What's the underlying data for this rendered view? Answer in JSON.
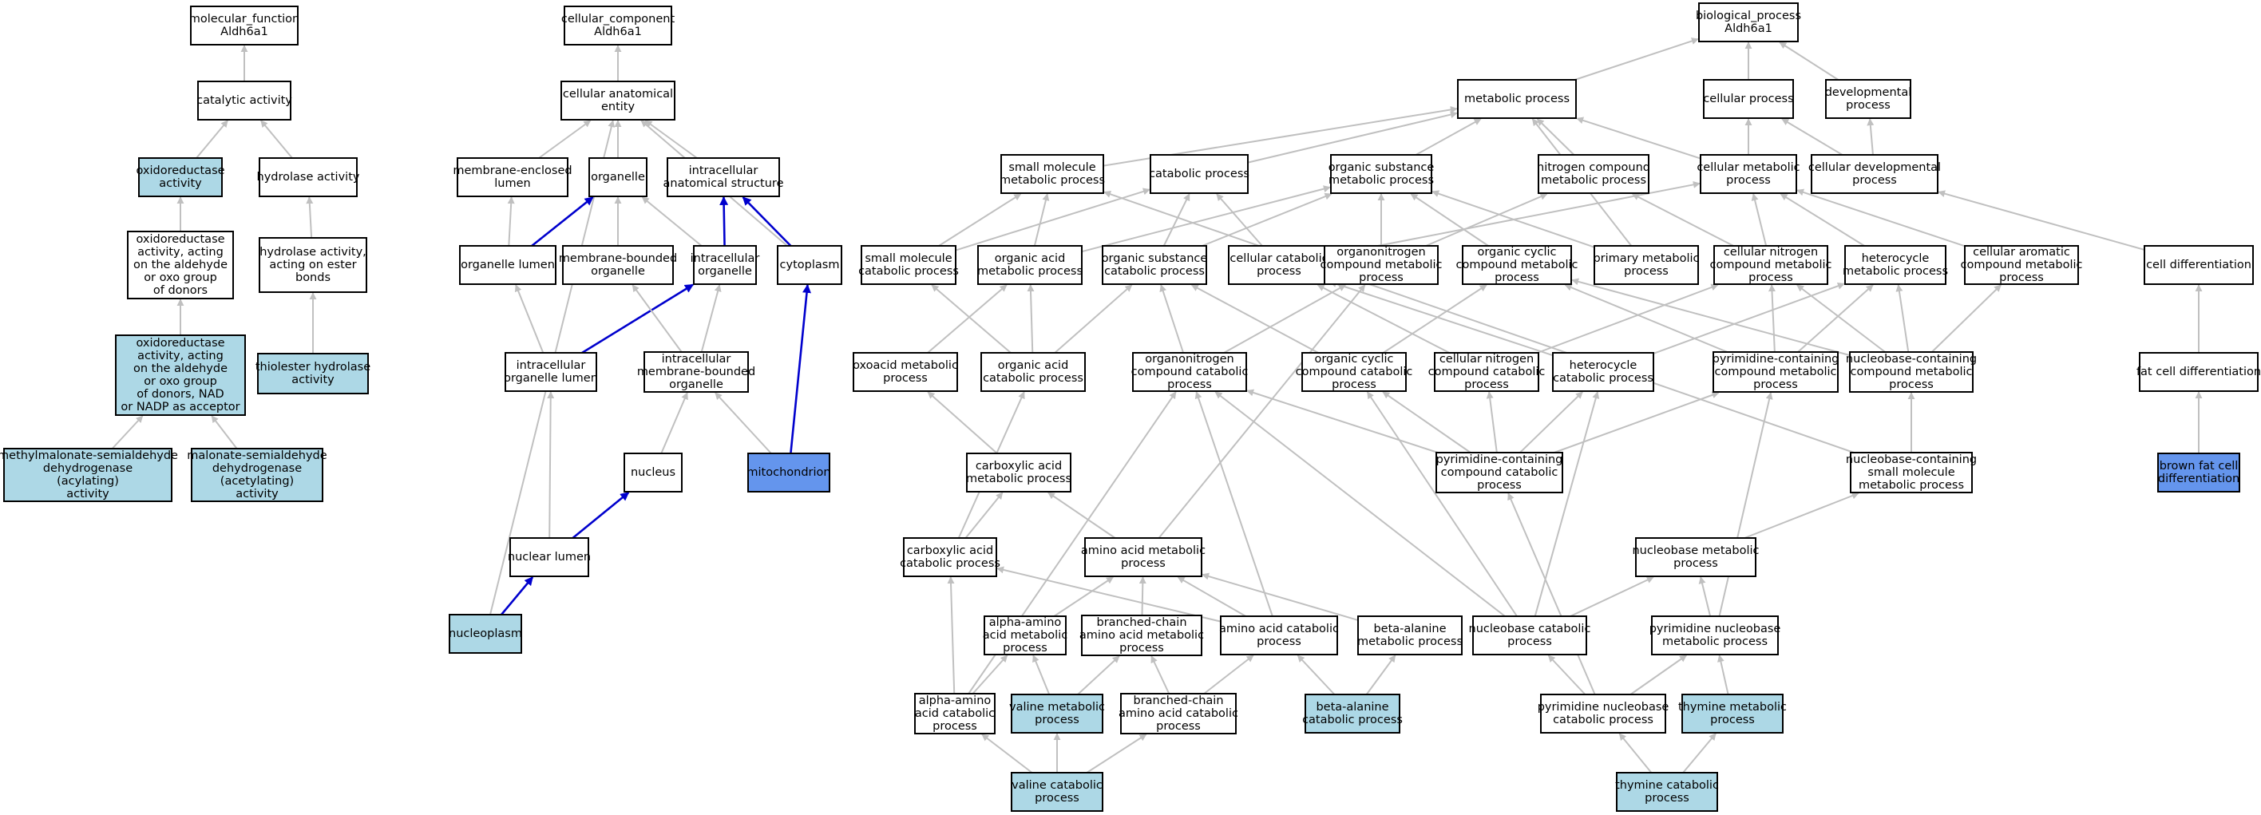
{
  "colors": {
    "default": "#ffffff",
    "annotated": "#add8e6",
    "highlight": "#6495ed",
    "edge": "#c0c0c0",
    "edge_strong": "#0000cd"
  },
  "nodes": [
    {
      "id": "mf",
      "lines": [
        "molecular_function",
        "Aldh6a1"
      ],
      "style": "default"
    },
    {
      "id": "cat_act",
      "lines": [
        "catalytic activity"
      ],
      "style": "default"
    },
    {
      "id": "oxred",
      "lines": [
        "oxidoreductase",
        "activity"
      ],
      "style": "annotated"
    },
    {
      "id": "hydrolase",
      "lines": [
        "hydrolase activity"
      ],
      "style": "default"
    },
    {
      "id": "oxred_ald",
      "lines": [
        "oxidoreductase",
        "activity, acting",
        "on the aldehyde",
        "or oxo group",
        "of donors"
      ],
      "style": "default"
    },
    {
      "id": "hydro_ester",
      "lines": [
        "hydrolase activity,",
        "acting on ester",
        "bonds"
      ],
      "style": "default"
    },
    {
      "id": "oxred_nad",
      "lines": [
        "oxidoreductase",
        "activity, acting",
        "on the aldehyde",
        "or oxo group",
        "of donors, NAD",
        "or NADP as acceptor"
      ],
      "style": "annotated"
    },
    {
      "id": "thioester",
      "lines": [
        "thiolester hydrolase",
        "activity"
      ],
      "style": "annotated"
    },
    {
      "id": "methylmal",
      "lines": [
        "methylmalonate-semialdehyde",
        "dehydrogenase",
        "(acylating)",
        "activity"
      ],
      "style": "annotated"
    },
    {
      "id": "malonate",
      "lines": [
        "malonate-semialdehyde",
        "dehydrogenase",
        "(acetylating)",
        "activity"
      ],
      "style": "annotated"
    },
    {
      "id": "cc",
      "lines": [
        "cellular_component",
        "Aldh6a1"
      ],
      "style": "default"
    },
    {
      "id": "cae",
      "lines": [
        "cellular anatomical",
        "entity"
      ],
      "style": "default"
    },
    {
      "id": "mel",
      "lines": [
        "membrane-enclosed",
        "lumen"
      ],
      "style": "default"
    },
    {
      "id": "organelle",
      "lines": [
        "organelle"
      ],
      "style": "default"
    },
    {
      "id": "ias",
      "lines": [
        "intracellular",
        "anatomical structure"
      ],
      "style": "default"
    },
    {
      "id": "org_lumen",
      "lines": [
        "organelle lumen"
      ],
      "style": "default"
    },
    {
      "id": "mbo",
      "lines": [
        "membrane-bounded",
        "organelle"
      ],
      "style": "default"
    },
    {
      "id": "io",
      "lines": [
        "intracellular",
        "organelle"
      ],
      "style": "default"
    },
    {
      "id": "cytoplasm",
      "lines": [
        "cytoplasm"
      ],
      "style": "default"
    },
    {
      "id": "iol",
      "lines": [
        "intracellular",
        "organelle lumen"
      ],
      "style": "default"
    },
    {
      "id": "imbo",
      "lines": [
        "intracellular",
        "membrane-bounded",
        "organelle"
      ],
      "style": "default"
    },
    {
      "id": "nucleus",
      "lines": [
        "nucleus"
      ],
      "style": "default"
    },
    {
      "id": "mito",
      "lines": [
        "mitochondrion"
      ],
      "style": "highlight"
    },
    {
      "id": "nuc_lumen",
      "lines": [
        "nuclear lumen"
      ],
      "style": "default"
    },
    {
      "id": "nucleoplasm",
      "lines": [
        "nucleoplasm"
      ],
      "style": "annotated"
    },
    {
      "id": "bp",
      "lines": [
        "biological_process",
        "Aldh6a1"
      ],
      "style": "default"
    },
    {
      "id": "metab",
      "lines": [
        "metabolic process"
      ],
      "style": "default"
    },
    {
      "id": "cellproc",
      "lines": [
        "cellular process"
      ],
      "style": "default"
    },
    {
      "id": "devproc",
      "lines": [
        "developmental",
        "process"
      ],
      "style": "default"
    },
    {
      "id": "smmp",
      "lines": [
        "small molecule",
        "metabolic process"
      ],
      "style": "default"
    },
    {
      "id": "catab",
      "lines": [
        "catabolic process"
      ],
      "style": "default"
    },
    {
      "id": "osmp",
      "lines": [
        "organic substance",
        "metabolic process"
      ],
      "style": "default"
    },
    {
      "id": "ncmp",
      "lines": [
        "nitrogen compound",
        "metabolic process"
      ],
      "style": "default"
    },
    {
      "id": "cmp",
      "lines": [
        "cellular metabolic",
        "process"
      ],
      "style": "default"
    },
    {
      "id": "cdp",
      "lines": [
        "cellular developmental",
        "process"
      ],
      "style": "default"
    },
    {
      "id": "smcp",
      "lines": [
        "small molecule",
        "catabolic process"
      ],
      "style": "default"
    },
    {
      "id": "oamp",
      "lines": [
        "organic acid",
        "metabolic process"
      ],
      "style": "default"
    },
    {
      "id": "oscp",
      "lines": [
        "organic substance",
        "catabolic process"
      ],
      "style": "default"
    },
    {
      "id": "ccp",
      "lines": [
        "cellular catabolic",
        "process"
      ],
      "style": "default"
    },
    {
      "id": "orgn_mp",
      "lines": [
        "organonitrogen",
        "compound metabolic",
        "process"
      ],
      "style": "default"
    },
    {
      "id": "occmp",
      "lines": [
        "organic cyclic",
        "compound metabolic",
        "process"
      ],
      "style": "default"
    },
    {
      "id": "pmp",
      "lines": [
        "primary metabolic",
        "process"
      ],
      "style": "default"
    },
    {
      "id": "cncmp",
      "lines": [
        "cellular nitrogen",
        "compound metabolic",
        "process"
      ],
      "style": "default"
    },
    {
      "id": "hetmp",
      "lines": [
        "heterocycle",
        "metabolic process"
      ],
      "style": "default"
    },
    {
      "id": "cacmp",
      "lines": [
        "cellular aromatic",
        "compound metabolic",
        "process"
      ],
      "style": "default"
    },
    {
      "id": "celldiff",
      "lines": [
        "cell differentiation"
      ],
      "style": "default"
    },
    {
      "id": "oxoacid",
      "lines": [
        "oxoacid metabolic",
        "process"
      ],
      "style": "default"
    },
    {
      "id": "oacp",
      "lines": [
        "organic acid",
        "catabolic process"
      ],
      "style": "default"
    },
    {
      "id": "orgn_cp",
      "lines": [
        "organonitrogen",
        "compound catabolic",
        "process"
      ],
      "style": "default"
    },
    {
      "id": "occcp",
      "lines": [
        "organic cyclic",
        "compound catabolic",
        "process"
      ],
      "style": "default"
    },
    {
      "id": "cnccp",
      "lines": [
        "cellular nitrogen",
        "compound catabolic",
        "process"
      ],
      "style": "default"
    },
    {
      "id": "hetcp",
      "lines": [
        "heterocycle",
        "catabolic process"
      ],
      "style": "default"
    },
    {
      "id": "pcmp",
      "lines": [
        "pyrimidine-containing",
        "compound metabolic",
        "process"
      ],
      "style": "default"
    },
    {
      "id": "nbcmp",
      "lines": [
        "nucleobase-containing",
        "compound metabolic",
        "process"
      ],
      "style": "default"
    },
    {
      "id": "fatdiff",
      "lines": [
        "fat cell differentiation"
      ],
      "style": "default"
    },
    {
      "id": "camp",
      "lines": [
        "carboxylic acid",
        "metabolic process"
      ],
      "style": "default"
    },
    {
      "id": "pccp",
      "lines": [
        "pyrimidine-containing",
        "compound catabolic",
        "process"
      ],
      "style": "default"
    },
    {
      "id": "nbcsm",
      "lines": [
        "nucleobase-containing",
        "small molecule",
        "metabolic process"
      ],
      "style": "default"
    },
    {
      "id": "brownfat",
      "lines": [
        "brown fat cell",
        "differentiation"
      ],
      "style": "highlight"
    },
    {
      "id": "cacp",
      "lines": [
        "carboxylic acid",
        "catabolic process"
      ],
      "style": "default"
    },
    {
      "id": "aamp",
      "lines": [
        "amino acid metabolic",
        "process"
      ],
      "style": "default"
    },
    {
      "id": "nbmp",
      "lines": [
        "nucleobase metabolic",
        "process"
      ],
      "style": "default"
    },
    {
      "id": "alpha_mp",
      "lines": [
        "alpha-amino",
        "acid metabolic",
        "process"
      ],
      "style": "default"
    },
    {
      "id": "bcaa_mp",
      "lines": [
        "branched-chain",
        "amino acid metabolic",
        "process"
      ],
      "style": "default"
    },
    {
      "id": "aacp",
      "lines": [
        "amino acid catabolic",
        "process"
      ],
      "style": "default"
    },
    {
      "id": "balamp",
      "lines": [
        "beta-alanine",
        "metabolic process"
      ],
      "style": "default"
    },
    {
      "id": "nbcp",
      "lines": [
        "nucleobase catabolic",
        "process"
      ],
      "style": "default"
    },
    {
      "id": "pnmp",
      "lines": [
        "pyrimidine nucleobase",
        "metabolic process"
      ],
      "style": "default"
    },
    {
      "id": "alpha_cp",
      "lines": [
        "alpha-amino",
        "acid catabolic",
        "process"
      ],
      "style": "default"
    },
    {
      "id": "valmp",
      "lines": [
        "valine metabolic",
        "process"
      ],
      "style": "annotated"
    },
    {
      "id": "bcaa_cp",
      "lines": [
        "branched-chain",
        "amino acid catabolic",
        "process"
      ],
      "style": "default"
    },
    {
      "id": "balacp",
      "lines": [
        "beta-alanine",
        "catabolic process"
      ],
      "style": "annotated"
    },
    {
      "id": "pncp",
      "lines": [
        "pyrimidine nucleobase",
        "catabolic process"
      ],
      "style": "default"
    },
    {
      "id": "thymp",
      "lines": [
        "thymine metabolic",
        "process"
      ],
      "style": "annotated"
    },
    {
      "id": "valcp",
      "lines": [
        "valine catabolic",
        "process"
      ],
      "style": "annotated"
    },
    {
      "id": "thycp",
      "lines": [
        "thymine catabolic",
        "process"
      ],
      "style": "annotated"
    }
  ],
  "edges": [
    {
      "from": "cat_act",
      "to": "mf"
    },
    {
      "from": "oxred",
      "to": "cat_act"
    },
    {
      "from": "hydrolase",
      "to": "cat_act"
    },
    {
      "from": "oxred_ald",
      "to": "oxred"
    },
    {
      "from": "hydro_ester",
      "to": "hydrolase"
    },
    {
      "from": "oxred_nad",
      "to": "oxred_ald"
    },
    {
      "from": "thioester",
      "to": "hydro_ester"
    },
    {
      "from": "methylmal",
      "to": "oxred_nad"
    },
    {
      "from": "malonate",
      "to": "oxred_nad"
    },
    {
      "from": "cae",
      "to": "cc"
    },
    {
      "from": "mel",
      "to": "cae"
    },
    {
      "from": "organelle",
      "to": "cae"
    },
    {
      "from": "ias",
      "to": "cae"
    },
    {
      "from": "cytoplasm",
      "to": "cae"
    },
    {
      "from": "nucleoplasm",
      "to": "cae"
    },
    {
      "from": "org_lumen",
      "to": "mel"
    },
    {
      "from": "org_lumen",
      "to": "organelle",
      "strong": true
    },
    {
      "from": "mbo",
      "to": "organelle"
    },
    {
      "from": "io",
      "to": "organelle"
    },
    {
      "from": "io",
      "to": "ias",
      "strong": true
    },
    {
      "from": "cytoplasm",
      "to": "ias",
      "strong": true
    },
    {
      "from": "iol",
      "to": "org_lumen"
    },
    {
      "from": "iol",
      "to": "io",
      "strong": true
    },
    {
      "from": "imbo",
      "to": "mbo"
    },
    {
      "from": "imbo",
      "to": "io"
    },
    {
      "from": "nucleus",
      "to": "imbo"
    },
    {
      "from": "mito",
      "to": "imbo"
    },
    {
      "from": "mito",
      "to": "cytoplasm",
      "strong": true
    },
    {
      "from": "nuc_lumen",
      "to": "iol"
    },
    {
      "from": "nuc_lumen",
      "to": "nucleus",
      "strong": true
    },
    {
      "from": "nucleoplasm",
      "to": "nuc_lumen",
      "strong": true
    },
    {
      "from": "metab",
      "to": "bp"
    },
    {
      "from": "cellproc",
      "to": "bp"
    },
    {
      "from": "devproc",
      "to": "bp"
    },
    {
      "from": "smmp",
      "to": "metab"
    },
    {
      "from": "catab",
      "to": "metab"
    },
    {
      "from": "osmp",
      "to": "metab"
    },
    {
      "from": "ncmp",
      "to": "metab"
    },
    {
      "from": "cmp",
      "to": "metab"
    },
    {
      "from": "pmp",
      "to": "metab"
    },
    {
      "from": "cmp",
      "to": "cellproc"
    },
    {
      "from": "cdp",
      "to": "cellproc"
    },
    {
      "from": "cdp",
      "to": "devproc"
    },
    {
      "from": "smcp",
      "to": "smmp"
    },
    {
      "from": "smcp",
      "to": "catab"
    },
    {
      "from": "oamp",
      "to": "smmp"
    },
    {
      "from": "oamp",
      "to": "osmp"
    },
    {
      "from": "oscp",
      "to": "osmp"
    },
    {
      "from": "oscp",
      "to": "catab"
    },
    {
      "from": "ccp",
      "to": "catab"
    },
    {
      "from": "ccp",
      "to": "cmp"
    },
    {
      "from": "orgn_mp",
      "to": "osmp"
    },
    {
      "from": "orgn_mp",
      "to": "ncmp"
    },
    {
      "from": "occmp",
      "to": "osmp"
    },
    {
      "from": "pmp",
      "to": "osmp"
    },
    {
      "from": "cncmp",
      "to": "cmp"
    },
    {
      "from": "cncmp",
      "to": "ncmp"
    },
    {
      "from": "hetmp",
      "to": "cmp"
    },
    {
      "from": "cacmp",
      "to": "cmp"
    },
    {
      "from": "celldiff",
      "to": "cdp"
    },
    {
      "from": "oxoacid",
      "to": "oamp"
    },
    {
      "from": "oacp",
      "to": "oamp"
    },
    {
      "from": "oacp",
      "to": "smcp"
    },
    {
      "from": "oacp",
      "to": "oscp"
    },
    {
      "from": "orgn_cp",
      "to": "orgn_mp"
    },
    {
      "from": "orgn_cp",
      "to": "oscp"
    },
    {
      "from": "occcp",
      "to": "occmp"
    },
    {
      "from": "occcp",
      "to": "oscp"
    },
    {
      "from": "cnccp",
      "to": "cncmp"
    },
    {
      "from": "cnccp",
      "to": "ccp"
    },
    {
      "from": "hetcp",
      "to": "hetmp"
    },
    {
      "from": "hetcp",
      "to": "ccp"
    },
    {
      "from": "pcmp",
      "to": "cncmp"
    },
    {
      "from": "pcmp",
      "to": "hetmp"
    },
    {
      "from": "pcmp",
      "to": "occmp"
    },
    {
      "from": "nbcmp",
      "to": "cncmp"
    },
    {
      "from": "nbcmp",
      "to": "hetmp"
    },
    {
      "from": "nbcmp",
      "to": "cacmp"
    },
    {
      "from": "nbcmp",
      "to": "occmp"
    },
    {
      "from": "fatdiff",
      "to": "celldiff"
    },
    {
      "from": "camp",
      "to": "oxoacid"
    },
    {
      "from": "pccp",
      "to": "pcmp"
    },
    {
      "from": "pccp",
      "to": "occcp"
    },
    {
      "from": "pccp",
      "to": "cnccp"
    },
    {
      "from": "pccp",
      "to": "hetcp"
    },
    {
      "from": "pccp",
      "to": "orgn_cp"
    },
    {
      "from": "nbcsm",
      "to": "nbcmp"
    },
    {
      "from": "nbcsm",
      "to": "smmp"
    },
    {
      "from": "brownfat",
      "to": "fatdiff"
    },
    {
      "from": "cacp",
      "to": "camp"
    },
    {
      "from": "cacp",
      "to": "oacp"
    },
    {
      "from": "aamp",
      "to": "camp"
    },
    {
      "from": "aamp",
      "to": "orgn_mp"
    },
    {
      "from": "nbmp",
      "to": "nbcsm"
    },
    {
      "from": "alpha_mp",
      "to": "aamp"
    },
    {
      "from": "bcaa_mp",
      "to": "aamp"
    },
    {
      "from": "aacp",
      "to": "aamp"
    },
    {
      "from": "aacp",
      "to": "orgn_cp"
    },
    {
      "from": "aacp",
      "to": "cacp"
    },
    {
      "from": "balamp",
      "to": "aamp"
    },
    {
      "from": "nbcp",
      "to": "nbmp"
    },
    {
      "from": "nbcp",
      "to": "hetcp"
    },
    {
      "from": "nbcp",
      "to": "occcp"
    },
    {
      "from": "nbcp",
      "to": "orgn_cp"
    },
    {
      "from": "pnmp",
      "to": "nbmp"
    },
    {
      "from": "pnmp",
      "to": "pcmp"
    },
    {
      "from": "alpha_cp",
      "to": "alpha_mp"
    },
    {
      "from": "alpha_cp",
      "to": "cacp"
    },
    {
      "from": "alpha_cp",
      "to": "orgn_cp"
    },
    {
      "from": "valmp",
      "to": "alpha_mp"
    },
    {
      "from": "valmp",
      "to": "bcaa_mp"
    },
    {
      "from": "bcaa_cp",
      "to": "bcaa_mp"
    },
    {
      "from": "bcaa_cp",
      "to": "aacp"
    },
    {
      "from": "balacp",
      "to": "aacp"
    },
    {
      "from": "balacp",
      "to": "balamp"
    },
    {
      "from": "pncp",
      "to": "nbcp"
    },
    {
      "from": "pncp",
      "to": "pnmp"
    },
    {
      "from": "pncp",
      "to": "pccp"
    },
    {
      "from": "thymp",
      "to": "pnmp"
    },
    {
      "from": "valcp",
      "to": "alpha_cp"
    },
    {
      "from": "valcp",
      "to": "valmp"
    },
    {
      "from": "valcp",
      "to": "bcaa_cp"
    },
    {
      "from": "thycp",
      "to": "pncp"
    },
    {
      "from": "thycp",
      "to": "thymp"
    }
  ]
}
